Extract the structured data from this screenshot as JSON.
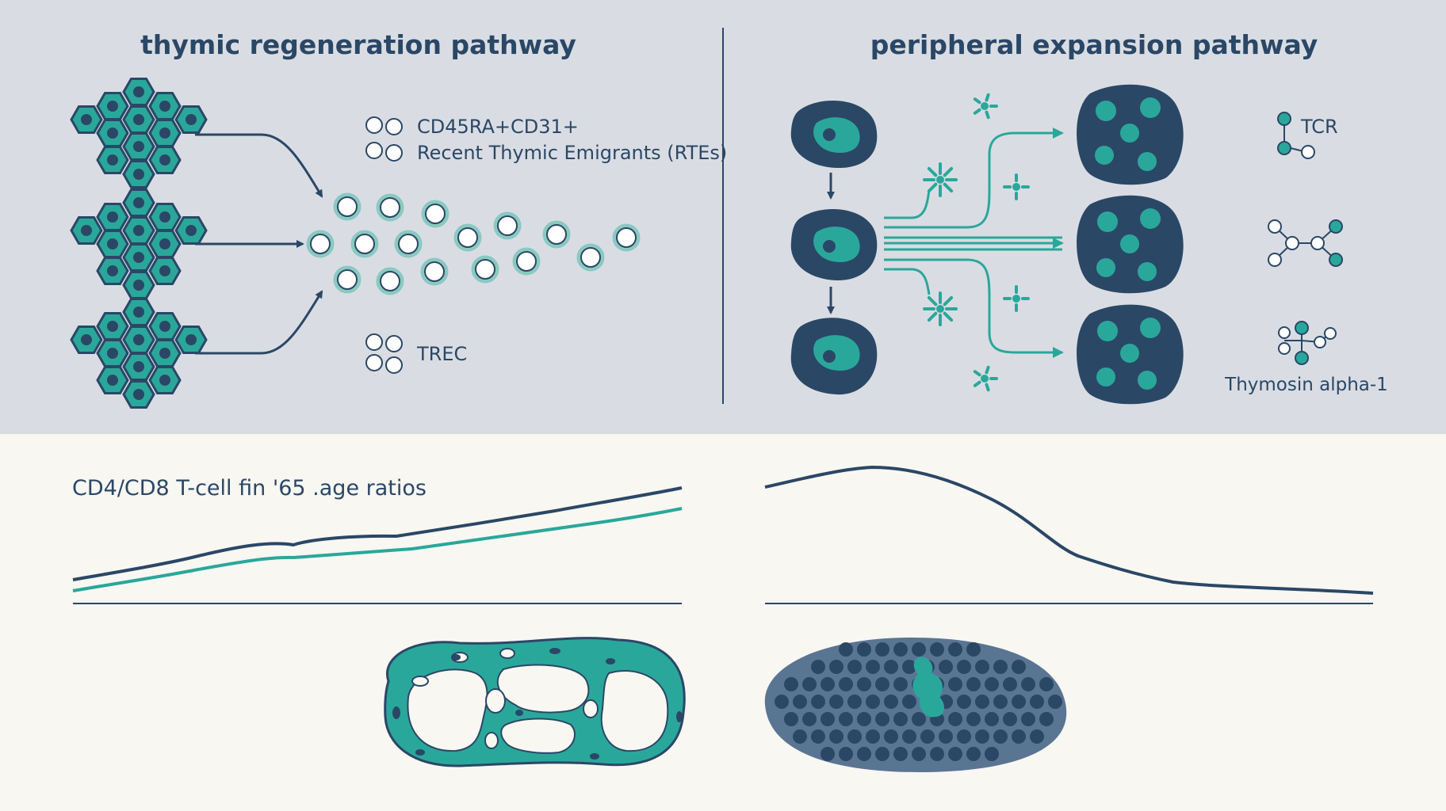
{
  "colors": {
    "top_background": "#d9dde3",
    "bottom_background": "#f8f7f2",
    "navy": "#2b4766",
    "teal": "#2aa79b",
    "white": "#ffffff"
  },
  "left_panel": {
    "title": "thymic regeneration pathway",
    "legend_rte_line1": "CD45RA+CD31+",
    "legend_rte_line2": "Recent Thymic Emigrants (RTEs)",
    "legend_trec": "TREC"
  },
  "right_panel": {
    "title": "peripheral expansion pathway",
    "legend_tcr": "TCR",
    "legend_thymosin": "Thymosin alpha-1"
  },
  "bottom": {
    "chart_label": "CD4/CD8 T-cell fin '65 .age ratios"
  },
  "icons": [
    "thymic-epithelial-cluster-icon",
    "rte-cell-icon",
    "trec-icon",
    "t-cell-icon",
    "cytokine-burst-icon",
    "expanded-cell-icon",
    "tcr-icon",
    "thymosin-molecule-icon",
    "thymus-tissue-icon",
    "lymph-node-icon"
  ]
}
